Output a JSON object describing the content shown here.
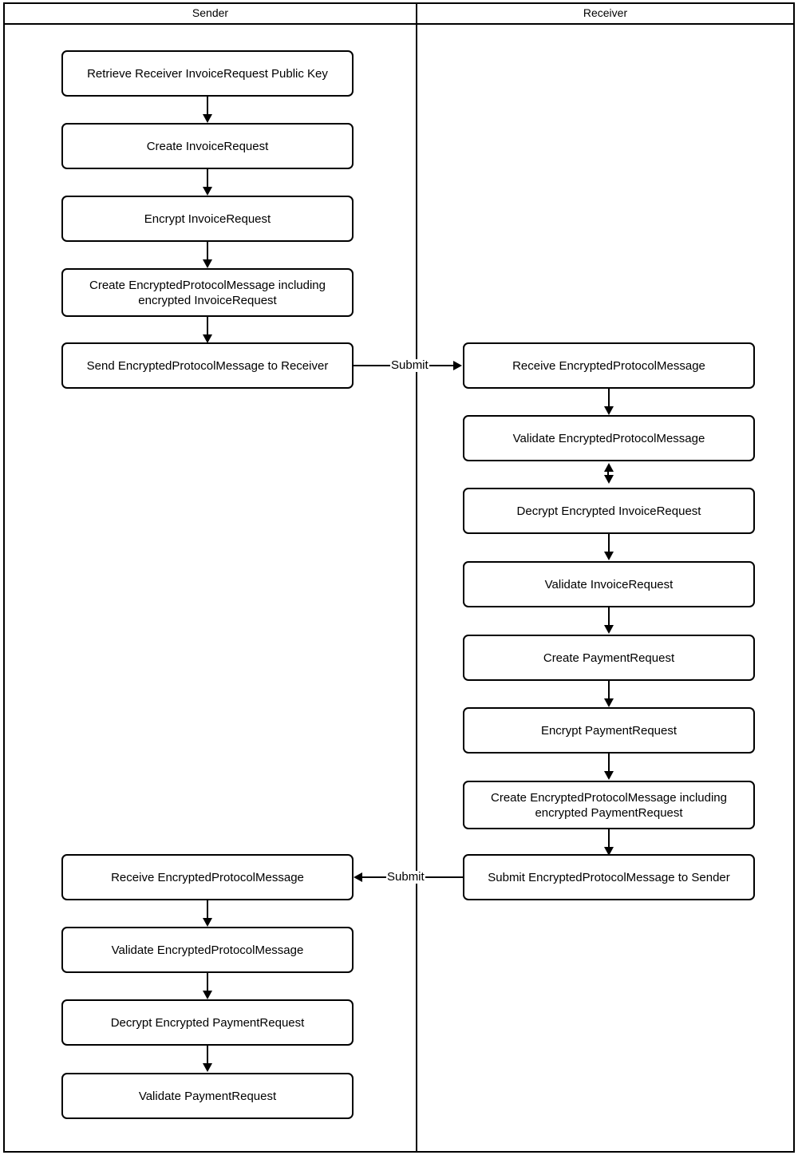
{
  "diagram": {
    "type": "swimlane-flowchart",
    "lanes": [
      {
        "id": "sender",
        "title": "Sender"
      },
      {
        "id": "receiver",
        "title": "Receiver"
      }
    ],
    "colors": {
      "stroke": "#000000",
      "fill": "#ffffff",
      "text": "#000000"
    },
    "sender_nodes": [
      {
        "id": "s1",
        "label": "Retrieve Receiver InvoiceRequest Public Key"
      },
      {
        "id": "s2",
        "label": "Create InvoiceRequest"
      },
      {
        "id": "s3",
        "label": "Encrypt InvoiceRequest"
      },
      {
        "id": "s4",
        "label": "Create EncryptedProtocolMessage including encrypted InvoiceRequest"
      },
      {
        "id": "s5",
        "label": "Send EncryptedProtocolMessage to Receiver"
      },
      {
        "id": "s6",
        "label": "Receive EncryptedProtocolMessage"
      },
      {
        "id": "s7",
        "label": "Validate EncryptedProtocolMessage"
      },
      {
        "id": "s8",
        "label": "Decrypt Encrypted PaymentRequest"
      },
      {
        "id": "s9",
        "label": "Validate PaymentRequest"
      }
    ],
    "receiver_nodes": [
      {
        "id": "r1",
        "label": "Receive EncryptedProtocolMessage"
      },
      {
        "id": "r2",
        "label": "Validate EncryptedProtocolMessage"
      },
      {
        "id": "r3",
        "label": "Decrypt Encrypted InvoiceRequest"
      },
      {
        "id": "r4",
        "label": "Validate InvoiceRequest"
      },
      {
        "id": "r5",
        "label": "Create PaymentRequest"
      },
      {
        "id": "r6",
        "label": "Encrypt PaymentRequest"
      },
      {
        "id": "r7",
        "label": "Create EncryptedProtocolMessage including encrypted PaymentRequest"
      },
      {
        "id": "r8",
        "label": "Submit EncryptedProtocolMessage to Sender"
      }
    ],
    "edge_labels": {
      "submit_to_receiver": "Submit",
      "submit_to_sender": "Submit"
    }
  }
}
